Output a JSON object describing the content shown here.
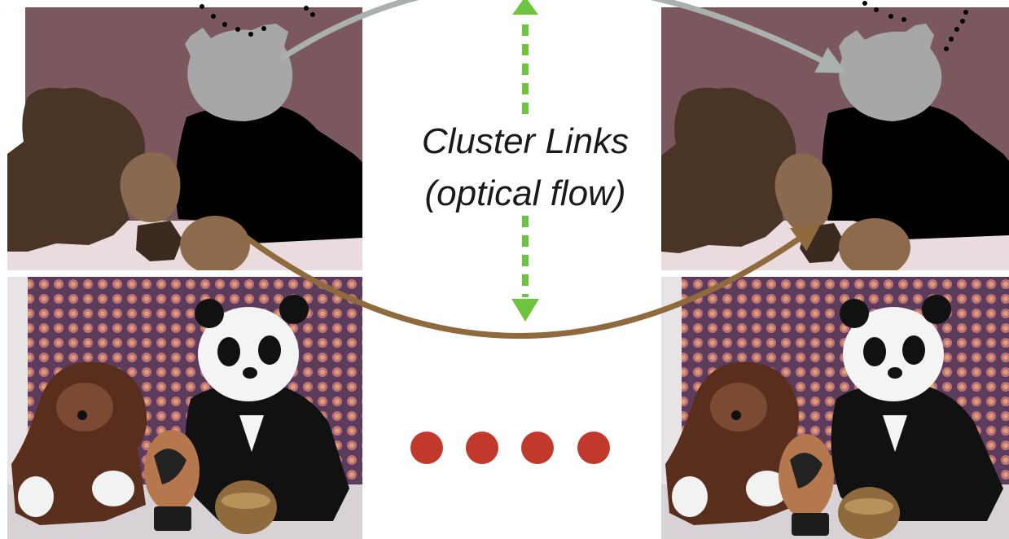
{
  "label": {
    "line1": "Cluster Links",
    "line2": "(optical flow)"
  },
  "colors": {
    "wall_segment": "#7b585d",
    "floor_segment": "#e9dbde",
    "panda_head_segment": "#a7a7a7",
    "panda_body_segment": "#000000",
    "bear_segment": "#4a3426",
    "egg_segment": "#8a6a4f",
    "ball_segment": "#8d6a4c",
    "stand_segment": "#3b2a1f",
    "gray_link_arrow": "#a9b0ad",
    "brown_link_arrow": "#8e6a3d",
    "green_dashed_arrow": "#6cc43f",
    "ellipsis_dot": "#c0392b"
  },
  "ellipsis": {
    "count": 4
  }
}
